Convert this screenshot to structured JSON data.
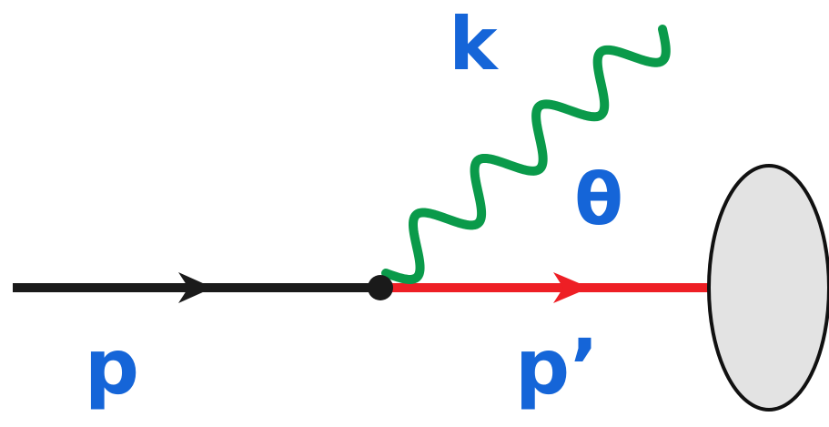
{
  "labels": {
    "photon_momentum": "k",
    "emission_angle": "θ",
    "incoming_momentum": "p",
    "outgoing_momentum": "p’"
  },
  "colors": {
    "incoming_line": "#1a1a1a",
    "outgoing_line": "#ee1f25",
    "photon": "#0a9a4a",
    "label": "#1565d8",
    "vertex": "#1a1a1a",
    "blob_fill": "#e3e3e3",
    "blob_stroke": "#111111"
  }
}
